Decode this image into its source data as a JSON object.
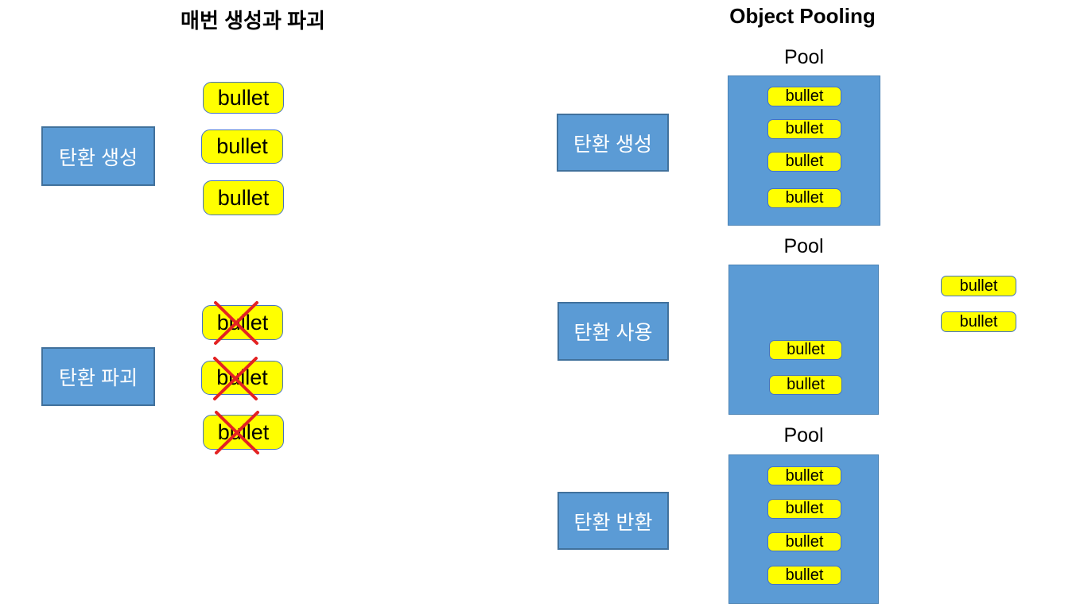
{
  "left_panel": {
    "title": "매번 생성과 파괴",
    "create_label": "탄환 생성",
    "destroy_label": "탄환 파괴"
  },
  "right_panel": {
    "title": "Object Pooling",
    "pool_label": "Pool",
    "create_label": "탄환 생성",
    "use_label": "탄환 사용",
    "return_label": "탄환 반환"
  },
  "bullet_label": "bullet",
  "counts": {
    "left_created_bullets": 3,
    "left_destroyed_bullets": 3,
    "pool_create_bullets": 4,
    "pool_use_remaining_bullets": 2,
    "pool_use_taken_bullets": 2,
    "pool_return_bullets": 4
  },
  "colors": {
    "action_box_fill": "#5B9BD5",
    "action_box_border": "#41719C",
    "pool_box_fill": "#5B9BD5",
    "bullet_fill": "#FFFF00",
    "bullet_border": "#4472C4",
    "cross_mark_red": "#E32222",
    "title_text": "#000000",
    "action_box_text": "#FFFFFF"
  }
}
